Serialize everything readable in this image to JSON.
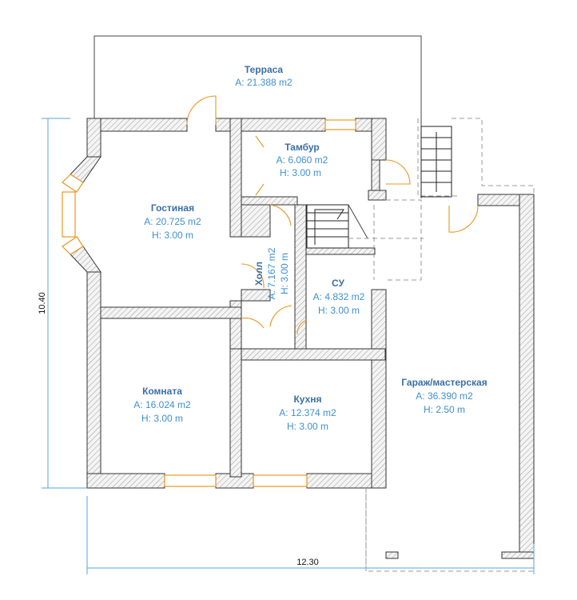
{
  "rooms": {
    "terrace": {
      "name": "Терраса",
      "area": "A: 21.388 m2"
    },
    "tambur": {
      "name": "Тамбур",
      "area": "A: 6.060 m2",
      "height": "H: 3.00 m"
    },
    "gostinaya": {
      "name": "Гостиная",
      "area": "A: 20.725 m2",
      "height": "H: 3.00 m"
    },
    "hall": {
      "name": "Холл",
      "area": "A: 7.167 m2",
      "height": "H: 3.00 m"
    },
    "su": {
      "name": "СУ",
      "area": "A: 4.832 m2",
      "height": "H: 3.00 m"
    },
    "komnata": {
      "name": "Комната",
      "area": "A: 16.024 m2",
      "height": "H: 3.00 m"
    },
    "kuhnya": {
      "name": "Кухня",
      "area": "A: 12.374 m2",
      "height": "H: 3.00 m"
    },
    "garage": {
      "name": "Гараж/мастерская",
      "area": "A: 36.390 m2",
      "height": "H: 2.50 m"
    }
  },
  "dimensions": {
    "width": "12.30",
    "height": "10.40"
  },
  "colors": {
    "room_name": "#3a6fa8",
    "room_meta": "#3f8fd0",
    "window": "#e8961e",
    "dimension_line": "#58a3df"
  }
}
